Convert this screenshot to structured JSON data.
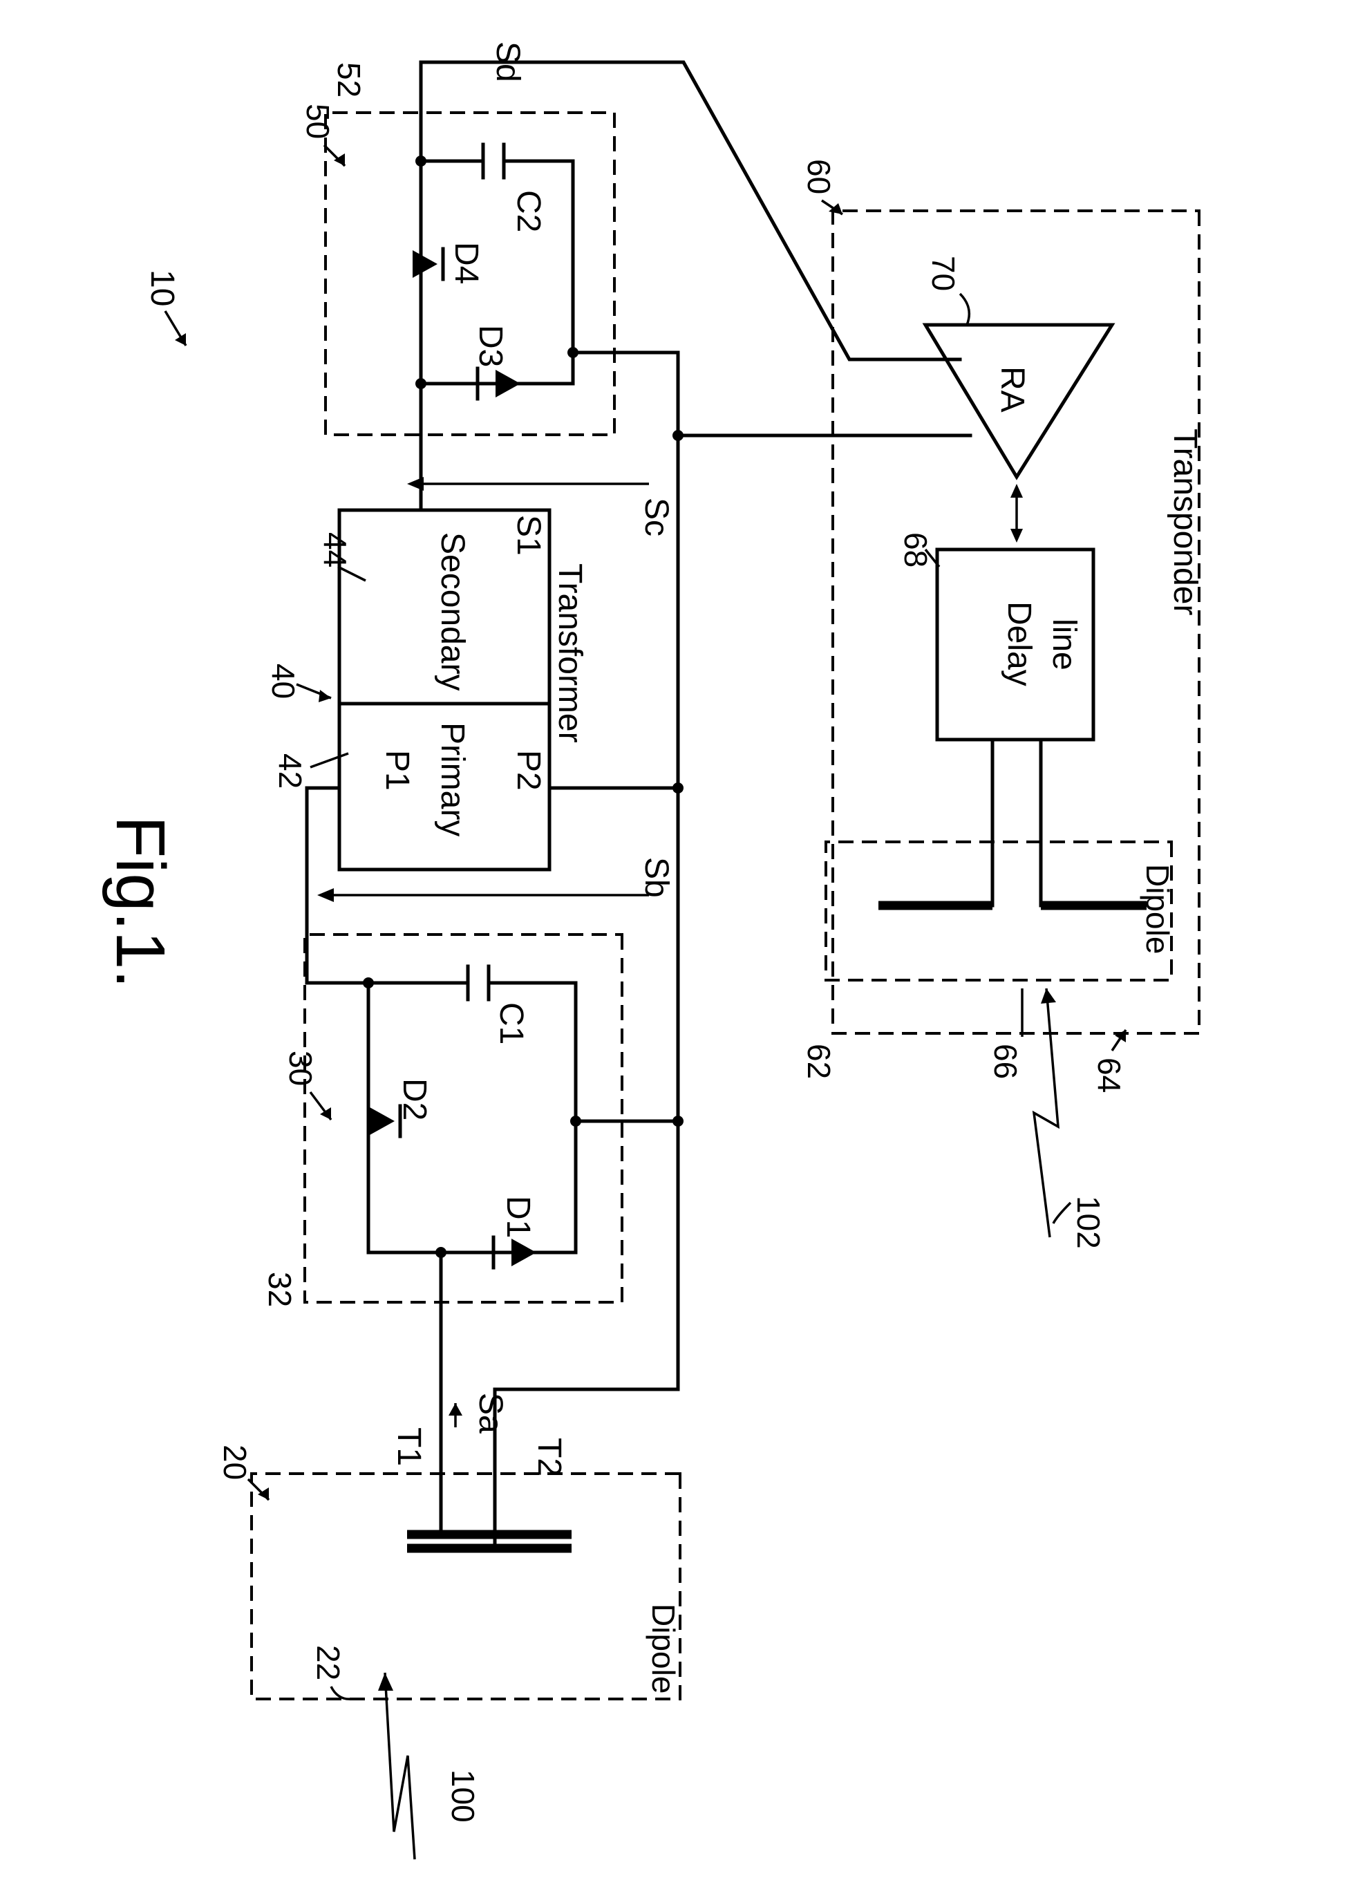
{
  "figure_title": "Fig.1.",
  "refs": {
    "system": "10",
    "antenna": "20",
    "antenna_box": "22",
    "rectifier1": "30",
    "rectifier1_box": "32",
    "transformer": "40",
    "primary": "42",
    "secondary": "44",
    "rectifier2": "50",
    "rectifier2_box": "52",
    "transponder": "60",
    "transponder_box": "62",
    "dipole2_antenna": "64",
    "dipole2_box": "66",
    "delay_line": "68",
    "amplifier": "70",
    "incoming_wave": "100",
    "outgoing_wave": "102"
  },
  "components": {
    "dipole1_label": "Dipole",
    "dipole2_label": "Dipole",
    "transformer_label": "Transformer",
    "primary_label": "Primary",
    "secondary_label": "Secondary",
    "delay_line_label": [
      "Delay",
      "line"
    ],
    "amplifier_label": "RA",
    "transponder_label": "Transponder"
  },
  "terminals": {
    "t1": "T1",
    "t2": "T2",
    "p1": "P1",
    "p2": "P2",
    "s1": "S1"
  },
  "parts": {
    "d1": "D1",
    "d2": "D2",
    "d3": "D3",
    "d4": "D4",
    "c1": "C1",
    "c2": "C2"
  },
  "signals": {
    "sa": "Sa",
    "sb": "Sb",
    "sc": "Sc",
    "sd": "Sd"
  }
}
